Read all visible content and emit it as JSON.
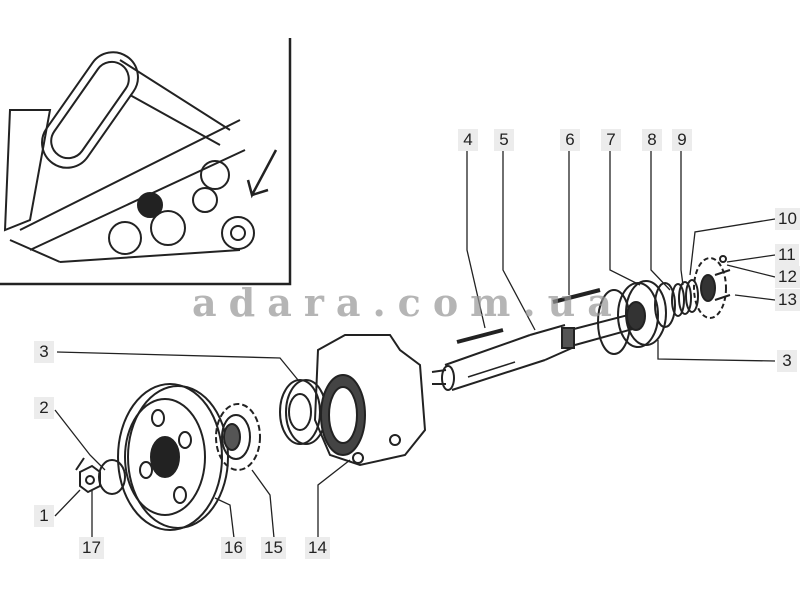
{
  "watermark": "adara.com.ua",
  "labels": {
    "p1": "1",
    "p2": "2",
    "p3a": "3",
    "p3b": "3",
    "p4": "4",
    "p5": "5",
    "p6": "6",
    "p7": "7",
    "p8": "8",
    "p9": "9",
    "p10": "10",
    "p11": "11",
    "p12": "12",
    "p13": "13",
    "p14": "14",
    "p15": "15",
    "p16": "16",
    "p17": "17"
  }
}
